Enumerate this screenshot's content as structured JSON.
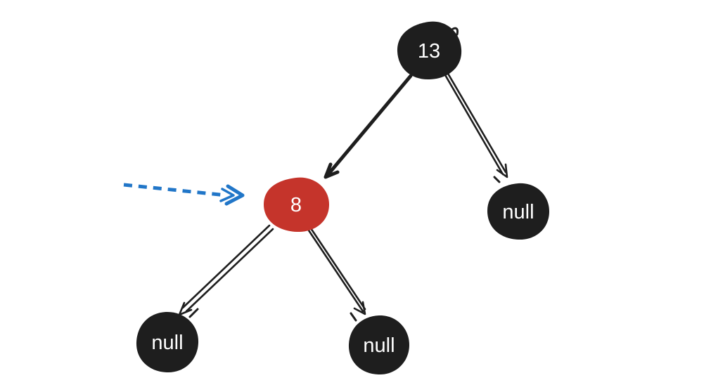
{
  "colors": {
    "background": "#ffffff",
    "node_black": "#1e1e1e",
    "node_red": "#c5342b",
    "node_text": "#ffffff",
    "edge": "#1e1e1e",
    "pointer_blue": "#2176c8"
  },
  "nodes": {
    "root": {
      "label": "13",
      "fill": "#1e1e1e"
    },
    "left": {
      "label": "8",
      "fill": "#c5342b"
    },
    "right_null": {
      "label": "null",
      "fill": "#1e1e1e"
    },
    "left_left_null": {
      "label": "null",
      "fill": "#1e1e1e"
    },
    "left_right_null": {
      "label": "null",
      "fill": "#1e1e1e"
    }
  },
  "edges": [
    {
      "from": "13",
      "to": "8"
    },
    {
      "from": "13",
      "to": "null (right child)"
    },
    {
      "from": "8",
      "to": "null (left child)"
    },
    {
      "from": "8",
      "to": "null (right child)"
    }
  ],
  "pointer": {
    "style": "dashed",
    "color": "#2176c8",
    "target": "8"
  }
}
